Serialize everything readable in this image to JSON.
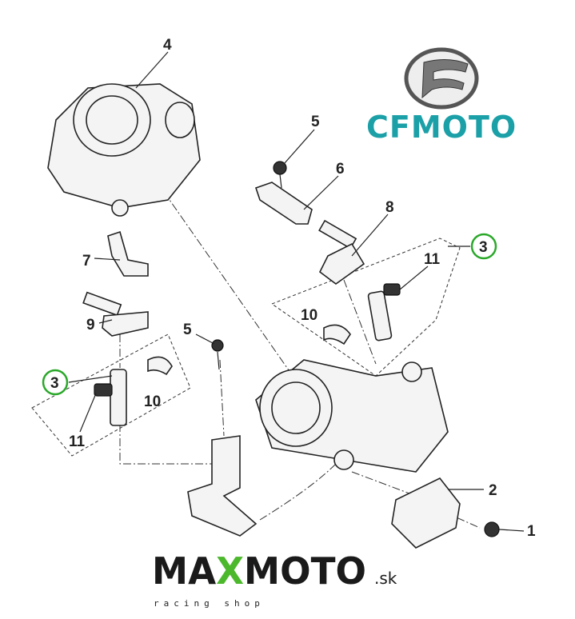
{
  "brand_logo": {
    "text": "CFMOTO",
    "color": "#1ba0a8"
  },
  "shop_logo": {
    "text_black_1": "MA",
    "text_green": "X",
    "text_black_2": "MOTO",
    "suffix": ".sk",
    "tagline": "racing shop",
    "accent": "#4cb82c"
  },
  "callouts": {
    "c4": "4",
    "c5a": "5",
    "c6": "6",
    "c8": "8",
    "c3a": "3",
    "c11a": "11",
    "c7": "7",
    "c9": "9",
    "c10a": "10",
    "c5b": "5",
    "c3b": "3",
    "c10b": "10",
    "c11b": "11",
    "c2": "2",
    "c1": "1"
  },
  "highlight_color": "#2aa82a"
}
